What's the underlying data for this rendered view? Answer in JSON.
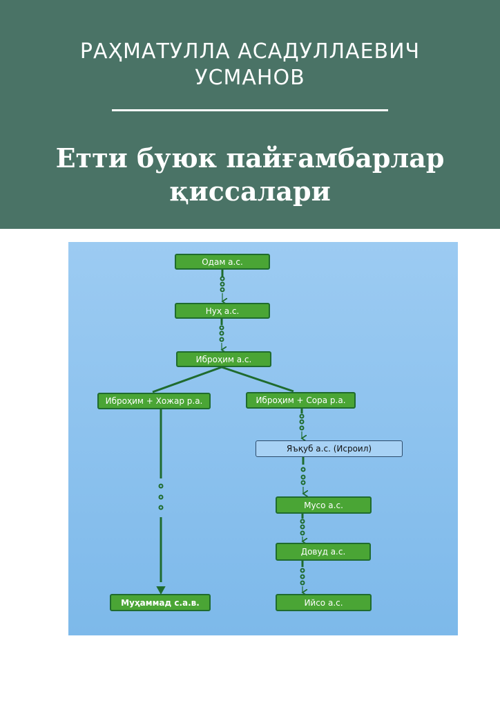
{
  "cover": {
    "author_line1": "РАҲМАТУЛЛА АСАДУЛЛАЕВИЧ",
    "author_line2": "УСМАНОВ",
    "title_line1": "Етти буюк пайғамбарлар",
    "title_line2": "қиссалари"
  },
  "diagram": {
    "nodes": {
      "odam": "Одам а.с.",
      "nuh": "Нуҳ а.с.",
      "ibrohim": "Иброҳим а.с.",
      "ibrohim_hojar": "Иброҳим + Хожар р.а.",
      "ibrohim_sora": "Иброҳим + Сора р.а.",
      "yaqub": "Яъқуб а.с. (Исроил)",
      "muso": "Мусо а.с.",
      "dovud": "Довуд а.с.",
      "iyso": "Ийсо а.с.",
      "muhammad": "Муҳаммад с.а.в."
    },
    "colors": {
      "node_fill": "#4aa535",
      "line": "#1f6b2e",
      "background": "#8fc4ef"
    }
  }
}
